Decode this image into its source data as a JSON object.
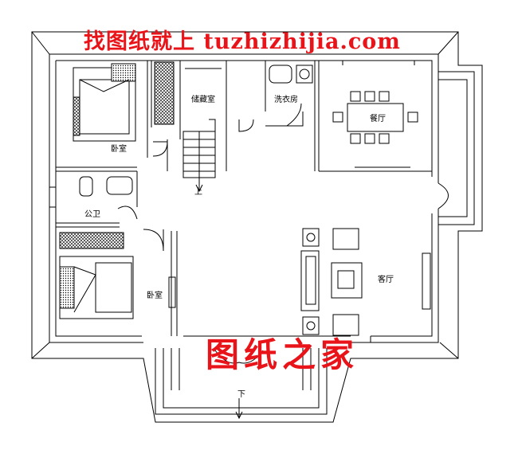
{
  "watermarks": {
    "top": "找图纸就上 tuzhizhijia.com",
    "bottom": "图纸之家"
  },
  "rooms": {
    "bedroom_top": "卧室",
    "storage": "储藏室",
    "laundry": "洗衣房",
    "dining": "餐厅",
    "bathroom": "公卫",
    "bedroom_bottom": "卧室",
    "living": "客厅"
  },
  "stairs": {
    "up": "上",
    "down": "下"
  },
  "colors": {
    "line": "#000000",
    "watermark": "#e8141a"
  }
}
